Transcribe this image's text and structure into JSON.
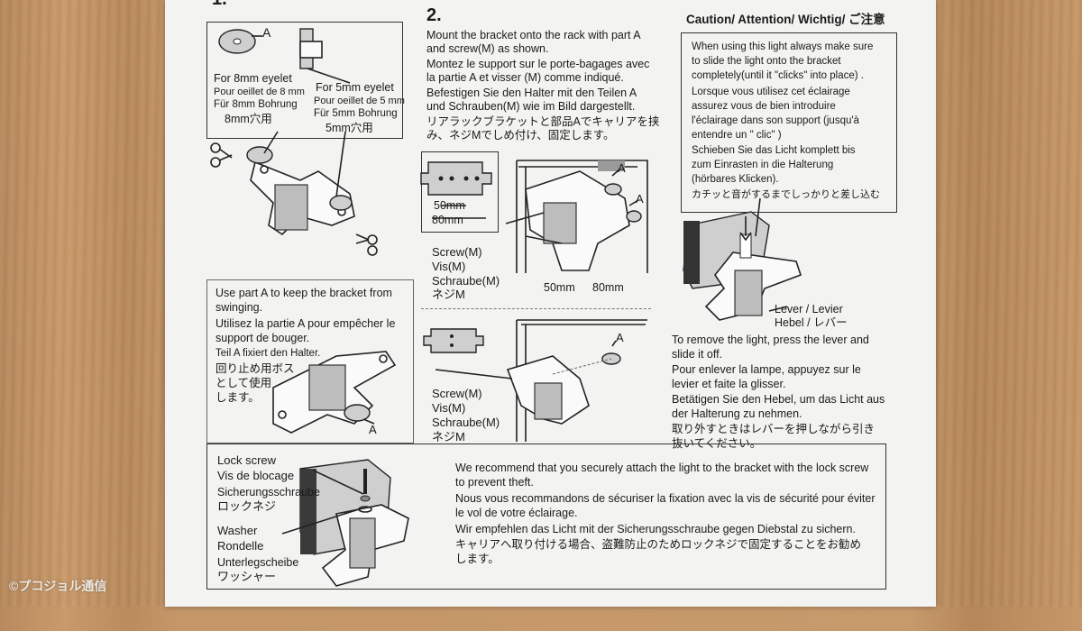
{
  "step1": {
    "number": "1.",
    "part_a_label": "A",
    "eyelet8": [
      "For 8mm eyelet",
      "Pour oeillet de 8 mm",
      "Für 8mm Bohrung",
      "8mm穴用"
    ],
    "eyelet5": [
      "For 5mm eyelet",
      "Pour oeillet de 5 mm",
      "Für 5mm Bohrung",
      "5mm穴用"
    ]
  },
  "step2": {
    "number": "2.",
    "instructions": [
      "Mount the bracket onto the rack with part A",
      "and screw(M) as shown.",
      "Montez le support sur le porte-bagages avec",
      "la partie A et visser (M) comme indiqué.",
      "Befestigen Sie den Halter mit den Teilen A",
      "und Schrauben(M) wie im Bild dargestellt.",
      "リアラックブラケットと部品Aでキャリアを挟",
      "み、ネジMでしめ付け、固定します。"
    ],
    "dim_50": "50mm",
    "dim_80": "80mm",
    "screw_labels": [
      "Screw(M)",
      "Vis(M)",
      "Schraube(M)",
      "ネジM"
    ],
    "label_a": "A"
  },
  "swing": {
    "lines": [
      "Use part A to keep the bracket from",
      "swinging.",
      "Utilisez la partie A pour empêcher le",
      "support de bouger.",
      "Teil A fixiert den Halter.",
      "回り止め用ボス",
      "として使用",
      "します。"
    ],
    "label_a": "A"
  },
  "caution": {
    "heading": "Caution/ Attention/ Wichtig/ ご注意",
    "lines": [
      "When using this light always make sure",
      "to slide the light onto the bracket",
      "completely(until it \"clicks\" into place) .",
      "Lorsque vous utilisez cet éclairage",
      "assurez vous de bien introduire",
      "l'éclairage dans son support (jusqu'à",
      "entendre un \" clic\" )",
      "Schieben Sie das Licht komplett bis",
      "zum Einrasten in die Halterung",
      "(hörbares Klicken).",
      "カチッと音がするまでしっかりと差し込む"
    ],
    "lever_labels": [
      "Lever / Levier",
      "Hebel / レバー"
    ],
    "remove_lines": [
      "To remove the light, press the lever and",
      "slide it off.",
      "Pour enlever la lampe, appuyez sur le",
      "levier et faite la glisser.",
      "Betätigen Sie den Hebel, um das Licht aus",
      "der Halterung zu nehmen.",
      "取り外すときはレバーを押しながら引き",
      "抜いてください。"
    ]
  },
  "lock": {
    "lock_labels": [
      "Lock screw",
      "Vis de blocage",
      "Sicherungsschraube",
      "ロックネジ"
    ],
    "washer_labels": [
      "Washer",
      "Rondelle",
      "Unterlegscheibe",
      "ワッシャー"
    ],
    "recommend_lines": [
      "We recommend that you securely attach the light to the bracket with the lock screw",
      "to prevent theft.",
      "Nous vous recommandons de sécuriser la fixation avec la vis de sécurité pour éviter",
      "le vol de votre éclairage.",
      "Wir empfehlen das Licht mit der Sicherungsschraube gegen Diebstal zu sichern.",
      "キャリアへ取り付ける場合、盗難防止のためロックネジで固定することをお勧め",
      "します。"
    ]
  },
  "watermark": "©プコジョル通信"
}
